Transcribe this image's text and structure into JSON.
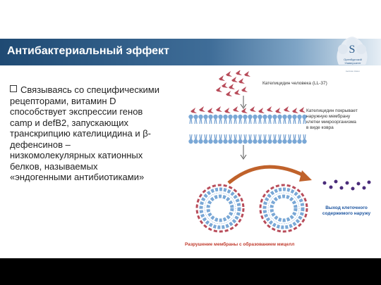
{
  "slide": {
    "title": "Антибактериальный эффект",
    "logo": {
      "icon": "university-logo-icon",
      "name_line1": "Оренбургский",
      "name_line2": "Университет",
      "subtitle": "высшее звено"
    },
    "bullet": {
      "icon": "checkbox-bullet-icon",
      "text": "Связываясь со специфическими\nрецепторами, витамин D\nспособствует экспрессии генов\ncamp и defB2, запускающих\nтранскрипцию кателицидина и β-\nдефенсинов –\nнизкомолекулярных катионных\nбелков, называемых\n«эндогенными антибиотиками»"
    },
    "figure": {
      "label_cathelicidin": "Кателицидин человека (LL-37)",
      "label_carpet": "Кателицидин покрывает\nнаружную мембрану\nклетки микроорганизма\nв виде ковра",
      "label_output": "Выход клеточного\nсодержимого наружу",
      "label_disruption": "Разрушение мембраны с образованием мицелл",
      "colors": {
        "peptide": "#b84c5a",
        "lipid_head": "#7aa8d6",
        "lipid_tail": "#5b8fc8",
        "arrow": "#c0622b",
        "content_dot": "#4a2c7a",
        "label_red": "#c0392b",
        "label_blue": "#1e56a0"
      }
    }
  }
}
